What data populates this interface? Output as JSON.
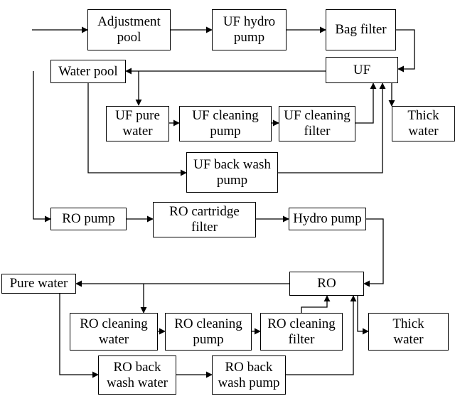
{
  "diagram": {
    "nodes": {
      "adjustment_pool": "Adjustment\npool",
      "uf_hydro_pump": "UF hydro\npump",
      "bag_filter": "Bag filter",
      "water_pool": "Water pool",
      "uf": "UF",
      "uf_pure_water": "UF pure\nwater",
      "uf_cleaning_pump": "UF cleaning\npump",
      "uf_cleaning_filter": "UF cleaning\nfilter",
      "thick_water_1": "Thick\nwater",
      "uf_back_wash_pump": "UF back wash\npump",
      "ro_pump": "RO pump",
      "ro_cartridge_filter": "RO cartridge\nfilter",
      "hydro_pump": "Hydro pump",
      "pure_water": "Pure water",
      "ro": "RO",
      "ro_cleaning_water": "RO cleaning\nwater",
      "ro_cleaning_pump": "RO cleaning\npump",
      "ro_cleaning_filter": "RO cleaning\nfilter",
      "thick_water_2": "Thick\nwater",
      "ro_back_wash_water": "RO back\nwash water",
      "ro_back_wash_pump": "RO back\nwash pump"
    }
  }
}
